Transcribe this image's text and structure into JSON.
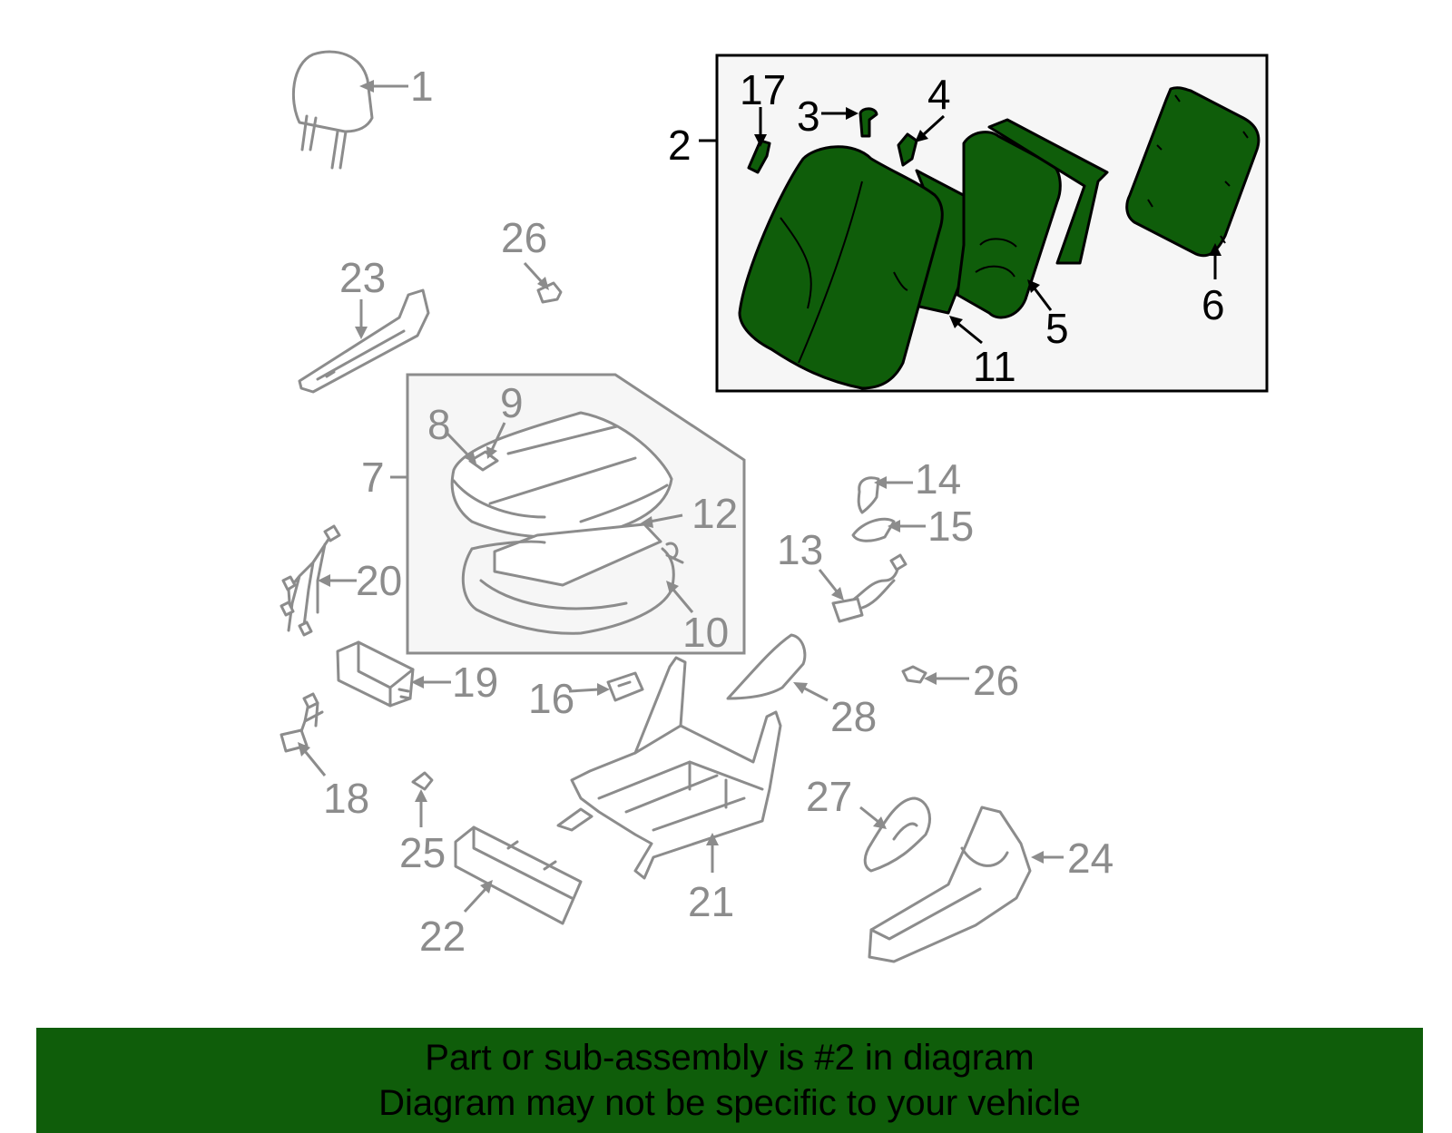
{
  "callouts": [
    {
      "id": "c1",
      "number": "1",
      "highlight": false
    },
    {
      "id": "c2",
      "number": "2",
      "highlight": true
    },
    {
      "id": "c3",
      "number": "3",
      "highlight": true
    },
    {
      "id": "c4",
      "number": "4",
      "highlight": true
    },
    {
      "id": "c5",
      "number": "5",
      "highlight": true
    },
    {
      "id": "c6",
      "number": "6",
      "highlight": true
    },
    {
      "id": "c7",
      "number": "7",
      "highlight": false
    },
    {
      "id": "c8",
      "number": "8",
      "highlight": false
    },
    {
      "id": "c9",
      "number": "9",
      "highlight": false
    },
    {
      "id": "c10",
      "number": "10",
      "highlight": false
    },
    {
      "id": "c11",
      "number": "11",
      "highlight": true
    },
    {
      "id": "c12",
      "number": "12",
      "highlight": false
    },
    {
      "id": "c13",
      "number": "13",
      "highlight": false
    },
    {
      "id": "c14",
      "number": "14",
      "highlight": false
    },
    {
      "id": "c15",
      "number": "15",
      "highlight": false
    },
    {
      "id": "c16",
      "number": "16",
      "highlight": false
    },
    {
      "id": "c17",
      "number": "17",
      "highlight": true
    },
    {
      "id": "c18",
      "number": "18",
      "highlight": false
    },
    {
      "id": "c19",
      "number": "19",
      "highlight": false
    },
    {
      "id": "c20",
      "number": "20",
      "highlight": false
    },
    {
      "id": "c21",
      "number": "21",
      "highlight": false
    },
    {
      "id": "c22",
      "number": "22",
      "highlight": false
    },
    {
      "id": "c23",
      "number": "23",
      "highlight": false
    },
    {
      "id": "c24",
      "number": "24",
      "highlight": false
    },
    {
      "id": "c25",
      "number": "25",
      "highlight": false
    },
    {
      "id": "c26a",
      "number": "26",
      "highlight": false
    },
    {
      "id": "c26b",
      "number": "26",
      "highlight": false
    },
    {
      "id": "c27",
      "number": "27",
      "highlight": false
    },
    {
      "id": "c28",
      "number": "28",
      "highlight": false
    }
  ],
  "banner": {
    "line1": "Part or sub-assembly is #2 in diagram",
    "line2": "Diagram may not be specific to your vehicle"
  },
  "colors": {
    "highlight_fill": "#0f5d0a",
    "part_outline_gray": "#8c8c8c",
    "box_background": "#f6f6f6",
    "banner_background": "#0f5d0a"
  }
}
